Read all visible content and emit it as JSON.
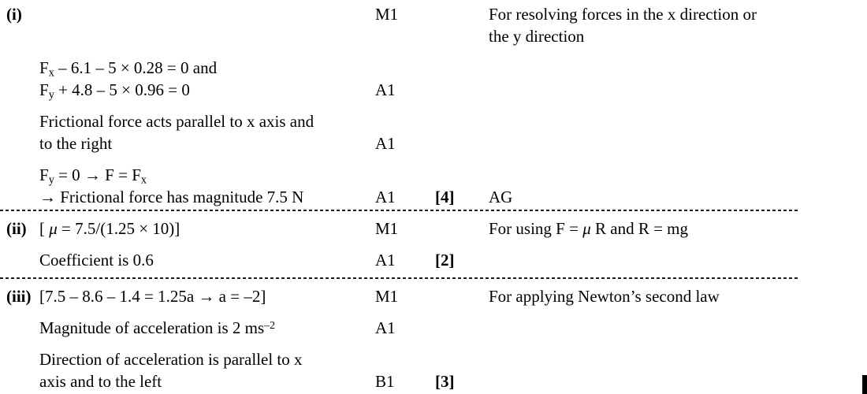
{
  "page": {
    "background": "#ffffff",
    "text_color": "#000000",
    "divider_color": "#1c1c1c"
  },
  "sections": [
    {
      "id": "i",
      "label": "(i)",
      "blocks": [
        {
          "lines": [],
          "mark": "M1",
          "mark_line": 0,
          "comment": [
            "For resolving forces in the x direction or",
            "the y direction"
          ]
        },
        {
          "lines": [
            [
              {
                "t": "F"
              },
              {
                "sub": "x"
              },
              {
                "t": " – 6.1 – 5 × 0.28 = 0 and"
              }
            ],
            [
              {
                "t": "F"
              },
              {
                "sub": "y"
              },
              {
                "t": " + 4.8 – 5 × 0.96 = 0"
              }
            ]
          ],
          "mark": "A1",
          "mark_line": 1
        },
        {
          "lines": [
            [
              {
                "t": "Frictional force acts parallel to x axis and"
              }
            ],
            [
              {
                "t": "to the right"
              }
            ]
          ],
          "mark": "A1",
          "mark_line": 1
        },
        {
          "lines": [
            [
              {
                "t": "F"
              },
              {
                "sub": "y"
              },
              {
                "t": " = 0 → F = F"
              },
              {
                "sub": "x"
              }
            ],
            [
              {
                "t": "→ Frictional force has magnitude 7.5 N"
              }
            ]
          ],
          "mark": "A1",
          "mark_line": 1,
          "total": "[4]",
          "note": "AG"
        }
      ]
    },
    {
      "id": "ii",
      "label": "(ii)",
      "blocks": [
        {
          "lines": [
            [
              {
                "t": "[ "
              },
              {
                "i": "μ"
              },
              {
                "t": " = 7.5/(1.25 × 10)]"
              }
            ]
          ],
          "mark": "M1",
          "mark_line": 0,
          "comment": [
            [
              {
                "t": "For using F = "
              },
              {
                "i": "μ"
              },
              {
                "t": " R and R = mg"
              }
            ]
          ]
        },
        {
          "lines": [
            [
              {
                "t": "Coefficient is 0.6"
              }
            ]
          ],
          "mark": "A1",
          "mark_line": 0,
          "total": "[2]"
        }
      ]
    },
    {
      "id": "iii",
      "label": "(iii)",
      "blocks": [
        {
          "lines": [
            [
              {
                "t": "[7.5 – 8.6 – 1.4 = 1.25a → a = –2]"
              }
            ]
          ],
          "mark": "M1",
          "mark_line": 0,
          "comment": [
            "For applying Newton’s second law"
          ]
        },
        {
          "lines": [
            [
              {
                "t": "Magnitude of acceleration is 2 ms"
              },
              {
                "sup": "–2"
              }
            ]
          ],
          "mark": "A1",
          "mark_line": 0
        },
        {
          "lines": [
            [
              {
                "t": "Direction of acceleration is parallel to x"
              }
            ],
            [
              {
                "t": "axis and to the left"
              }
            ]
          ],
          "mark": "B1",
          "mark_line": 1,
          "total": "[3]"
        }
      ]
    }
  ]
}
